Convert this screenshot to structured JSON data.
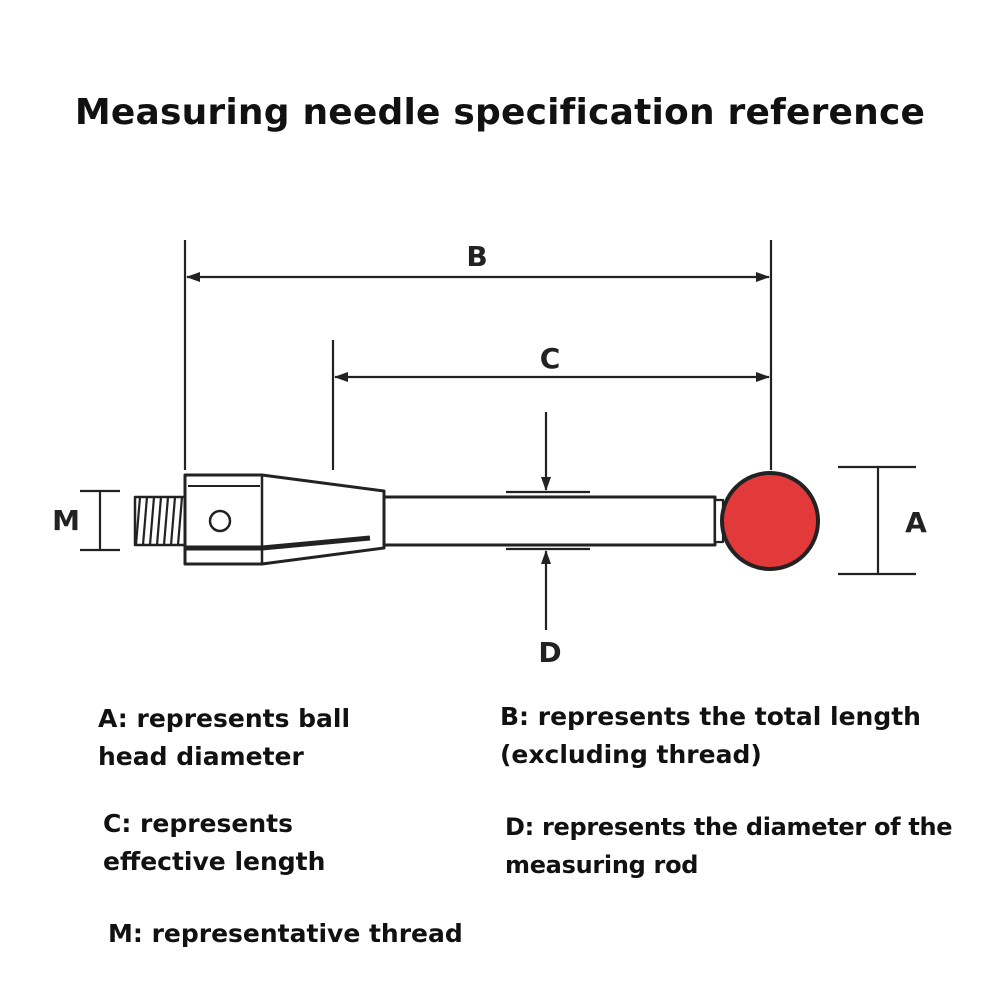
{
  "title": "Measuring needle specification reference",
  "colors": {
    "ball": "#e23a3a",
    "line": "#222222",
    "background": "#ffffff"
  },
  "diagram": {
    "dimension_labels": {
      "A": "A",
      "B": "B",
      "C": "C",
      "D": "D",
      "M": "M"
    }
  },
  "legend": {
    "A": {
      "line1": "A: represents ball",
      "line2": "head diameter"
    },
    "B": {
      "line1": "B: represents the total length",
      "line2": "(excluding thread)"
    },
    "C": {
      "line1": "C: represents",
      "line2": "effective length"
    },
    "D": {
      "line1": "D: represents the diameter of the",
      "line2": "measuring rod"
    },
    "M": {
      "line1": "M: representative thread"
    }
  }
}
